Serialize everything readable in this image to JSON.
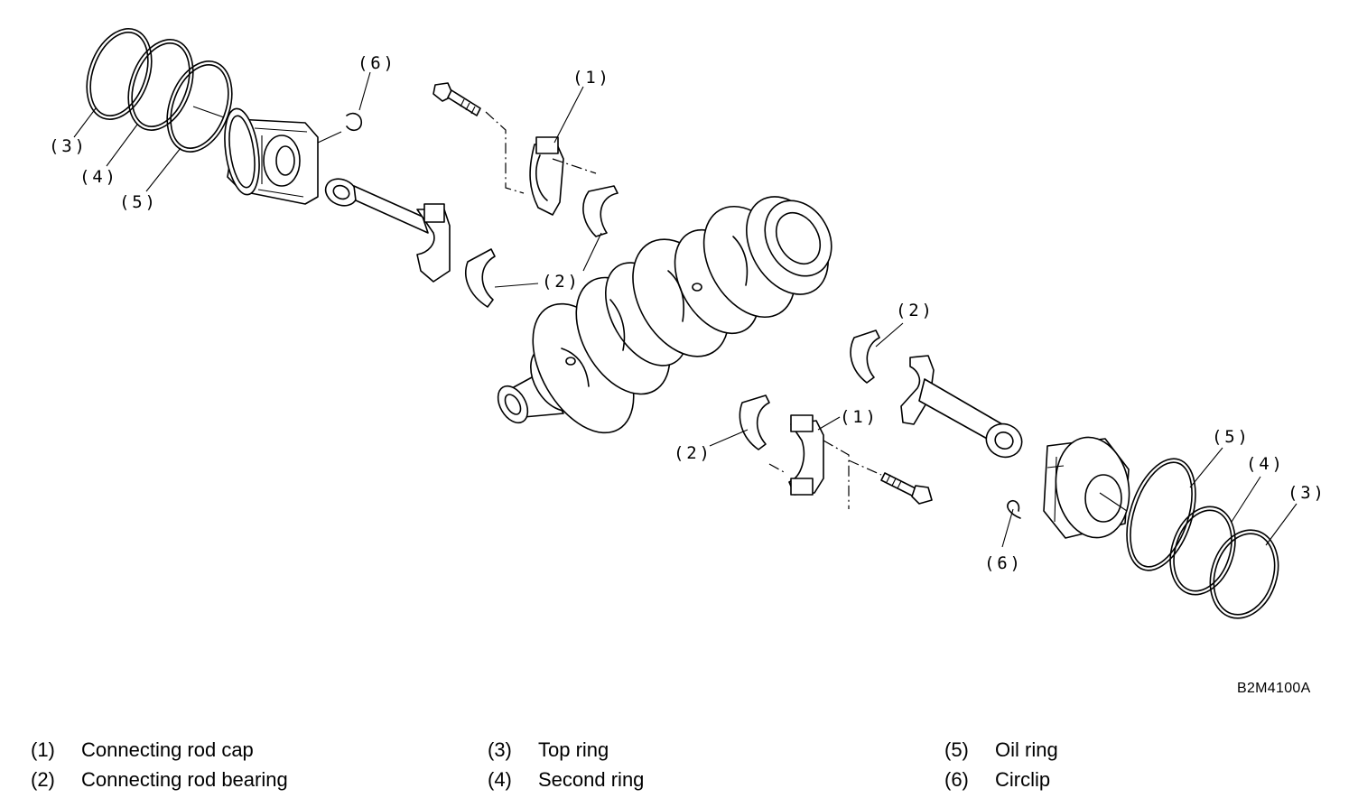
{
  "figure_code": "B2M4100A",
  "callouts": {
    "c1": "(1)",
    "c2": "(2)",
    "c3": "(3)",
    "c4": "(4)",
    "c5": "(5)",
    "c6": "(6)"
  },
  "legend": [
    {
      "num": "(1)",
      "label": "Connecting rod cap"
    },
    {
      "num": "(2)",
      "label": "Connecting rod bearing"
    },
    {
      "num": "(3)",
      "label": "Top ring"
    },
    {
      "num": "(4)",
      "label": "Second ring"
    },
    {
      "num": "(5)",
      "label": "Oil ring"
    },
    {
      "num": "(6)",
      "label": "Circlip"
    }
  ]
}
